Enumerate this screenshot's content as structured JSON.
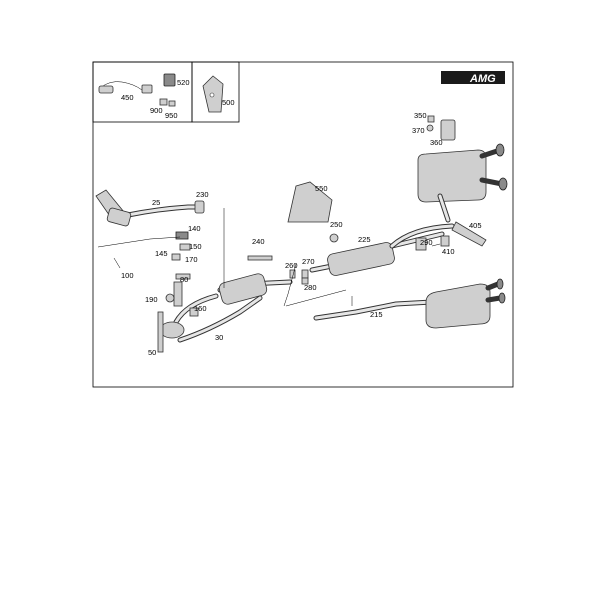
{
  "logo": {
    "text": "AMG",
    "name": "amg-logo"
  },
  "labels": [
    {
      "id": "450",
      "text": "450"
    },
    {
      "id": "520",
      "text": "520"
    },
    {
      "id": "900",
      "text": "900"
    },
    {
      "id": "950",
      "text": "950"
    },
    {
      "id": "500",
      "text": "500"
    },
    {
      "id": "350",
      "text": "350"
    },
    {
      "id": "370",
      "text": "370"
    },
    {
      "id": "360",
      "text": "360"
    },
    {
      "id": "230",
      "text": "230"
    },
    {
      "id": "550",
      "text": "550"
    },
    {
      "id": "25",
      "text": "25"
    },
    {
      "id": "140",
      "text": "140"
    },
    {
      "id": "150",
      "text": "150"
    },
    {
      "id": "145",
      "text": "145"
    },
    {
      "id": "170",
      "text": "170"
    },
    {
      "id": "240",
      "text": "240"
    },
    {
      "id": "250",
      "text": "250"
    },
    {
      "id": "225",
      "text": "225"
    },
    {
      "id": "290",
      "text": "290"
    },
    {
      "id": "405",
      "text": "405"
    },
    {
      "id": "410",
      "text": "410"
    },
    {
      "id": "100",
      "text": "100"
    },
    {
      "id": "80",
      "text": "80"
    },
    {
      "id": "260",
      "text": "260"
    },
    {
      "id": "270",
      "text": "270"
    },
    {
      "id": "280",
      "text": "280"
    },
    {
      "id": "190",
      "text": "190"
    },
    {
      "id": "160",
      "text": "160"
    },
    {
      "id": "215",
      "text": "215"
    },
    {
      "id": "30",
      "text": "30"
    },
    {
      "id": "50",
      "text": "50"
    }
  ]
}
